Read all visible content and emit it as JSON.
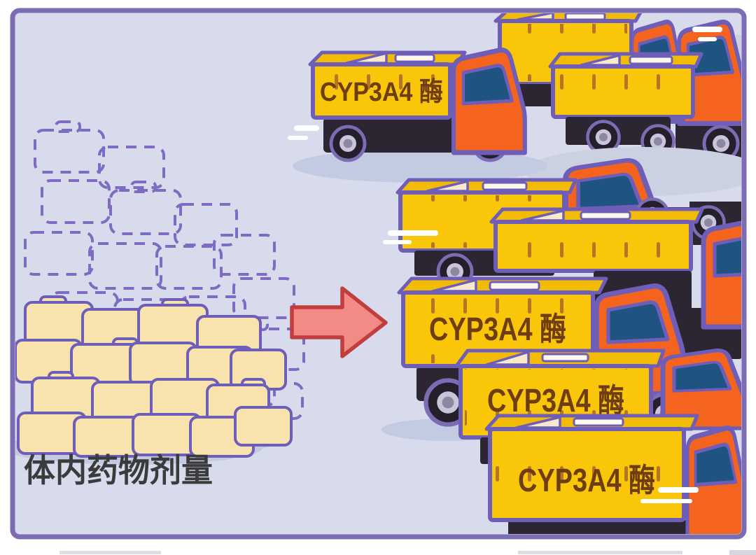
{
  "panel": {
    "caption": "体内药物剂量",
    "truck_label": "CYP3A4 酶",
    "truck_labels": [
      "CYP3A4 酶",
      "CYP3A4 酶",
      "CYP3A4 酶",
      "CYP3A4 酶"
    ],
    "colors": {
      "panel_background": "#d7dbec",
      "panel_border": "#7b6cb3",
      "package_cream": "#f8e3ae",
      "outline_purple": "#6f5eb8",
      "arrow_fill": "#f28b85",
      "arrow_border": "#c23d3d",
      "truck_box_yellow": "#f9c60a",
      "truck_cab_orange": "#f4641e",
      "truck_window_blue": "#1e5382",
      "chassis_dark": "#2b2631",
      "label_brown": "#6e3d11",
      "caption_gray": "#3b3b3b",
      "shadow_blue": "#c2cbe1"
    }
  }
}
